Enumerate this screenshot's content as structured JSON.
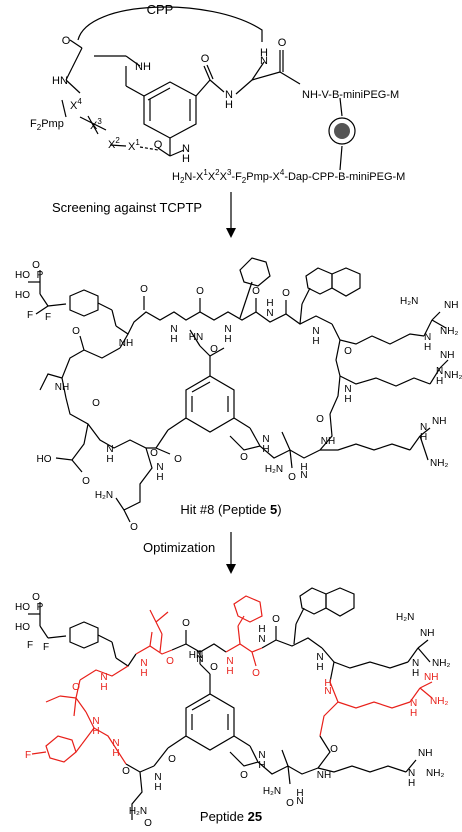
{
  "library": {
    "cpp_label": "CPP",
    "sequence_top": "NH-V-B-miniPEG-M",
    "sequence_bottom": "H2N-X1X2X3-F2Pmp-X4-Dap-CPP-B-miniPEG-M",
    "residue_labels": [
      "X4",
      "F2Pmp",
      "X3",
      "X2",
      "X1"
    ]
  },
  "step1": {
    "label": "Screening against TCPTP"
  },
  "hit": {
    "caption_prefix": "Hit #8 (Peptide ",
    "caption_number": "5",
    "caption_suffix": ")"
  },
  "step2": {
    "label": "Optimization"
  },
  "final": {
    "caption_prefix": "Peptide ",
    "caption_number": "25"
  },
  "colors": {
    "bond": "#000000",
    "highlight": "#e8201a"
  }
}
